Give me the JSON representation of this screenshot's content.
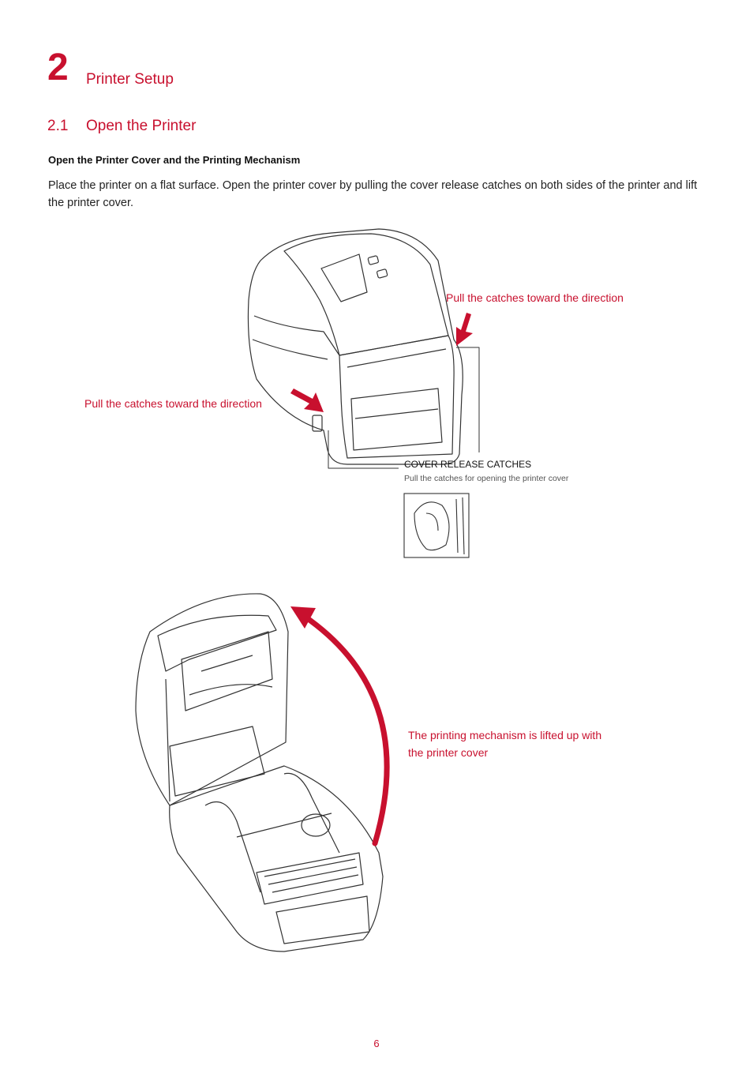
{
  "chapter": {
    "number": "2",
    "title": "Printer Setup"
  },
  "section": {
    "number": "2.1",
    "title": "Open the Printer"
  },
  "subheading": "Open the Printer Cover and the Printing Mechanism",
  "body": "Place the printer on a flat surface. Open the printer cover by pulling the cover release catches on both sides of the printer and lift the printer cover.",
  "figure1": {
    "callout_right": "Pull the catches toward the direction",
    "callout_left": "Pull the catches toward the direction",
    "catch_label": "COVER RELEASE CATCHES",
    "catch_description": "Pull the catches for opening the printer cover"
  },
  "figure2": {
    "callout_lift": "The printing mechanism is lifted up with the printer cover"
  },
  "footer": {
    "page_number": "6"
  },
  "colors": {
    "accent": "#c8102e",
    "text": "#222222",
    "line": "#333333"
  }
}
